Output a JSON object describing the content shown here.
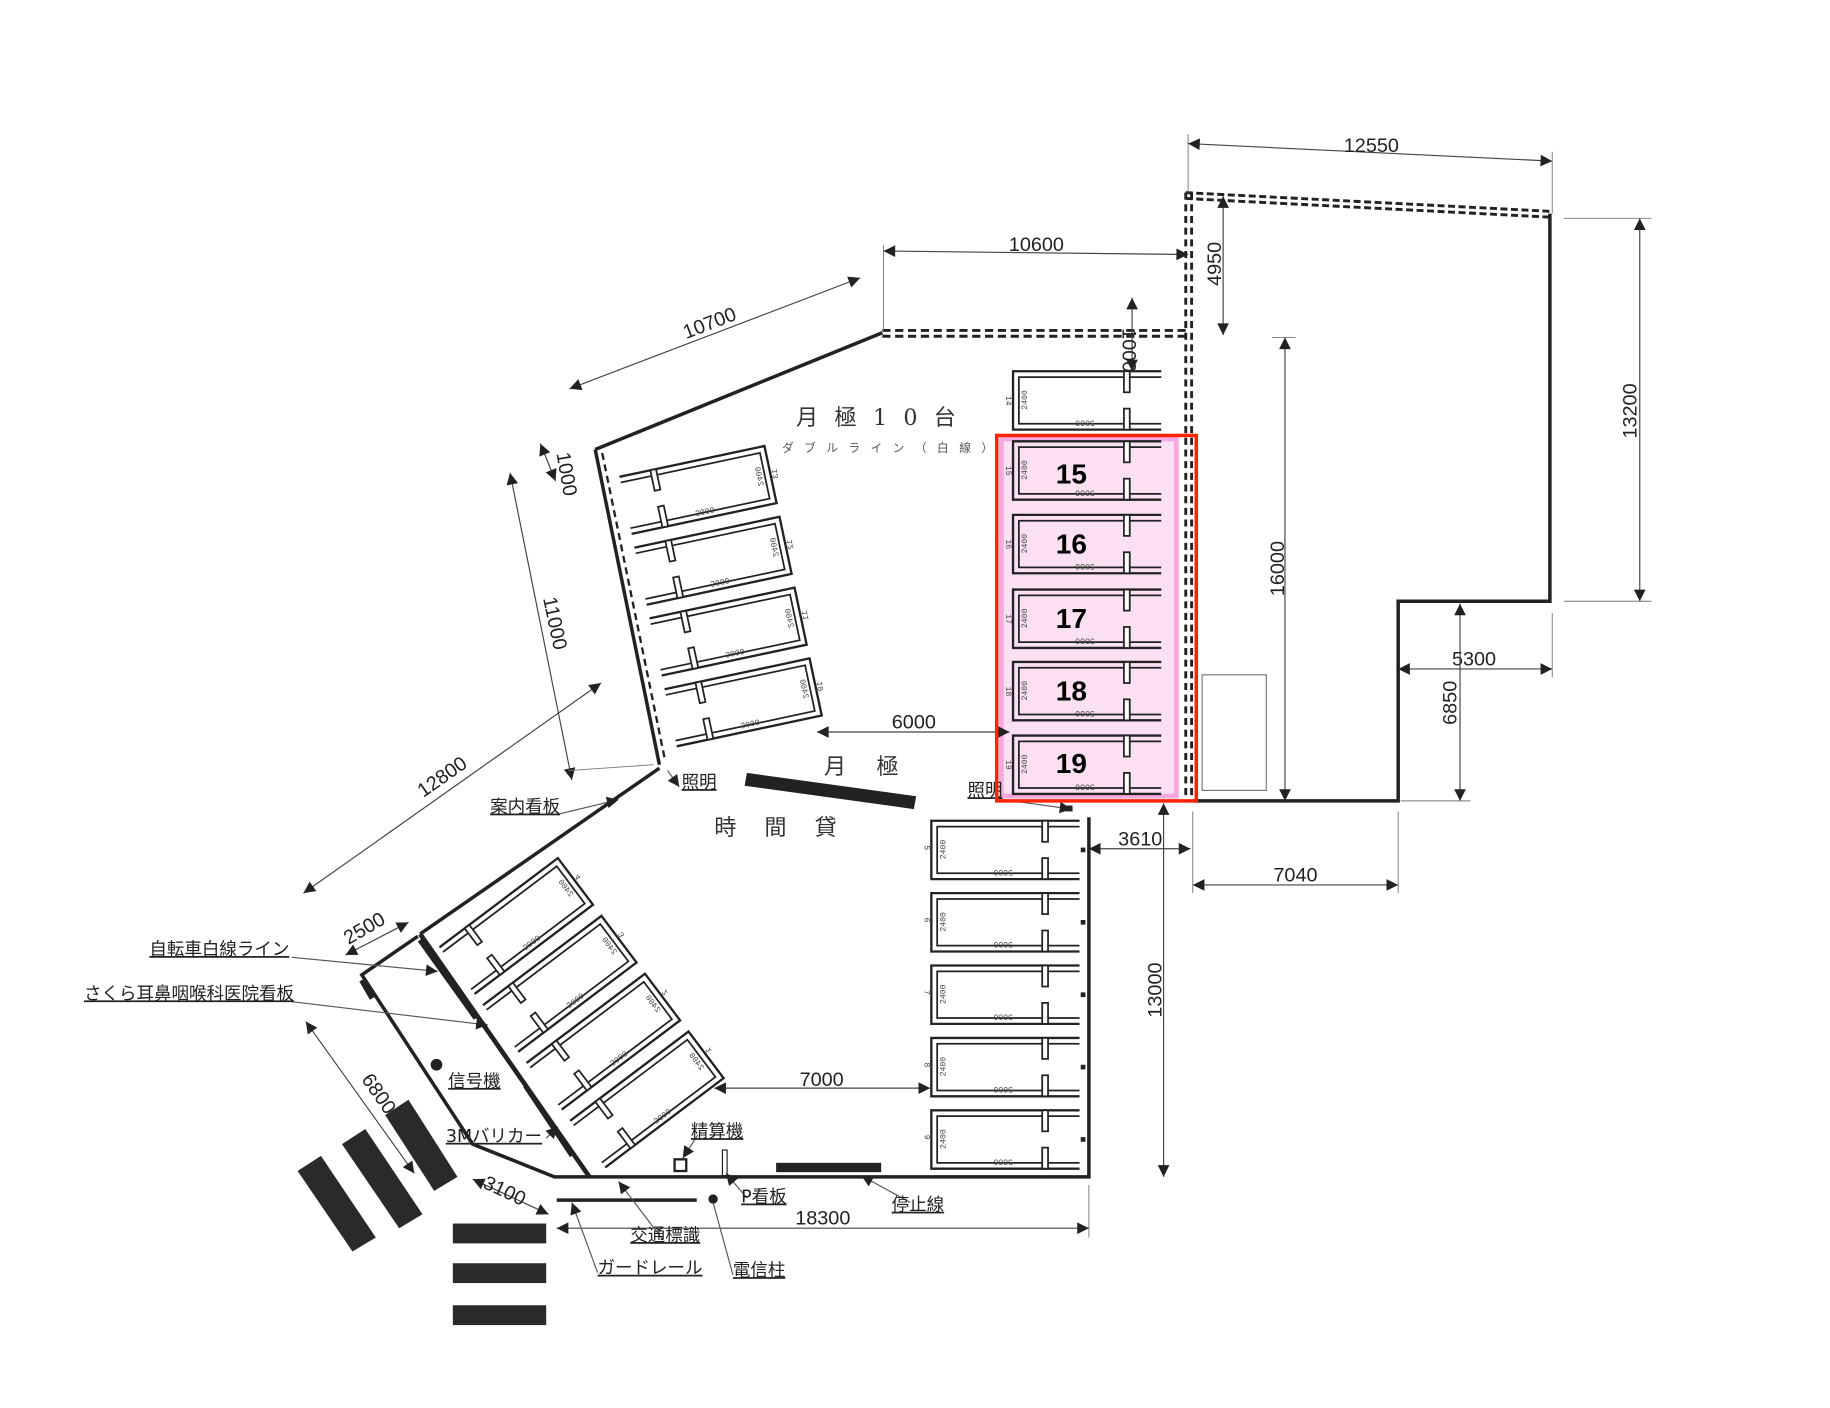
{
  "dimensions": {
    "d12550": "12550",
    "d10600": "10600",
    "d10700": "10700",
    "d4950": "4950",
    "d1000_top": "1000",
    "d13200": "13200",
    "d16000": "16000",
    "d5300": "5300",
    "d6850": "6850",
    "d7040": "7040",
    "d3610": "3610",
    "d13000": "13000",
    "d6000": "6000",
    "d7000": "7000",
    "d18300": "18300",
    "d11000": "11000",
    "d1000_left": "1000",
    "d12800": "12800",
    "d2500": "2500",
    "d6800": "6800",
    "d3100": "3100"
  },
  "areas": {
    "monthly_10": "月極10台",
    "double_line": "ダブルライン（白線）",
    "monthly": "月極",
    "hourly": "時間貸"
  },
  "labels": {
    "light_1": "照明",
    "light_2": "照明",
    "guide_sign": "案内看板",
    "bicycle_line": "自転車白線ライン",
    "clinic_sign": "さくら耳鼻咽喉科医院看板",
    "traffic_signal": "信号機",
    "barricade": "3Mバリカー",
    "pay_machine": "精算機",
    "p_sign": "P看板",
    "stop_line": "停止線",
    "traffic_sign": "交通標識",
    "guardrail": "ガードレール",
    "utility_pole": "電信柱"
  },
  "stall_size": {
    "width": "2400",
    "length": "5000"
  },
  "stalls": {
    "right_upper": [
      "14",
      "15",
      "16",
      "17",
      "18",
      "19"
    ],
    "right_lower": [
      "5",
      "6",
      "7",
      "8",
      "9"
    ],
    "left_upper": [
      "13",
      "12",
      "11",
      "10"
    ],
    "left_lower": [
      "4",
      "3",
      "2",
      "1"
    ]
  },
  "highlight": {
    "numbers": [
      "15",
      "16",
      "17",
      "18",
      "19"
    ],
    "box_color": "#ff2200",
    "fill_color": "#f7a8e0"
  }
}
